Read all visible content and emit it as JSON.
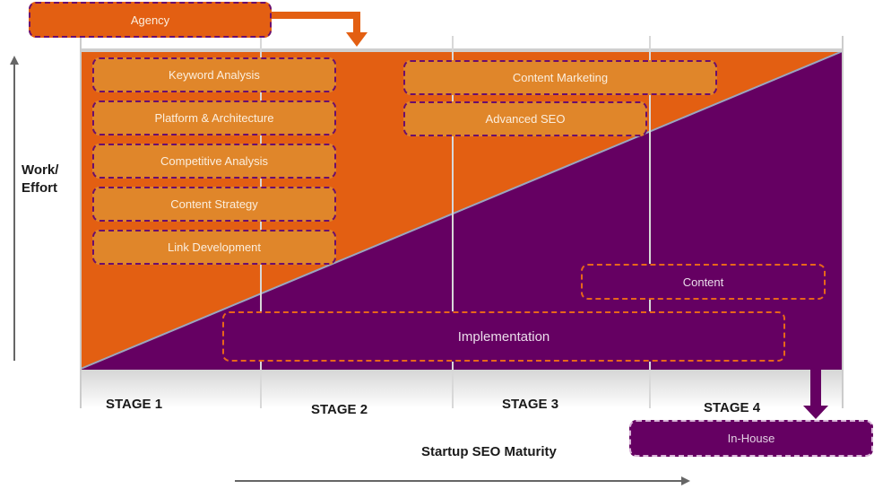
{
  "title": "Startup SEO Maturity Model",
  "colors": {
    "agency_orange": "#e35f12",
    "task_orange": "#e0862a",
    "inhouse_purple": "#650062",
    "dash_purple": "#6a0e6e",
    "dash_orange": "#e8661a",
    "band_gray": "#dcdcdc"
  },
  "roles": {
    "agency": "Agency",
    "in_house": "In-House"
  },
  "agency_tasks": [
    "Keyword Analysis",
    "Platform & Architecture",
    "Competitive Analysis",
    "Content Strategy",
    "Link Development",
    "Content Marketing",
    "Advanced SEO"
  ],
  "inhouse_tasks": [
    "Content",
    "Implementation"
  ],
  "stages": [
    "STAGE 1",
    "STAGE 2",
    "STAGE 3",
    "STAGE 4"
  ],
  "axes": {
    "y_label_line1": "Work/",
    "y_label_line2": "Effort",
    "x_label": "Startup SEO Maturity"
  }
}
